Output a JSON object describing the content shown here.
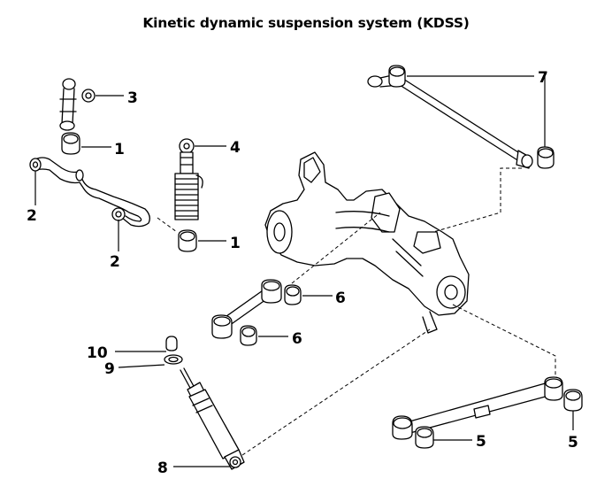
{
  "title": "Kinetic dynamic suspension system (KDSS)",
  "callouts": {
    "stabilizer_top_bushing": "3",
    "stabilizer_link_bushing": "1",
    "cylinder_top_bushing": "4",
    "cylinder_bottom_bushing": "1",
    "stabilizer_end_left": "2",
    "stabilizer_end_mid": "2",
    "upper_arm": "7",
    "lateral_rod_bushing_upper": "6",
    "lateral_rod_bushing_lower": "6",
    "shock_top_bushing": "10",
    "shock_top_washer": "9",
    "shock_absorber": "8",
    "lower_arm_bushing_left": "5",
    "lower_arm_bushing_right": "5"
  },
  "colors": {
    "line": "#000000",
    "background": "#ffffff",
    "part_fill": "#ffffff"
  }
}
